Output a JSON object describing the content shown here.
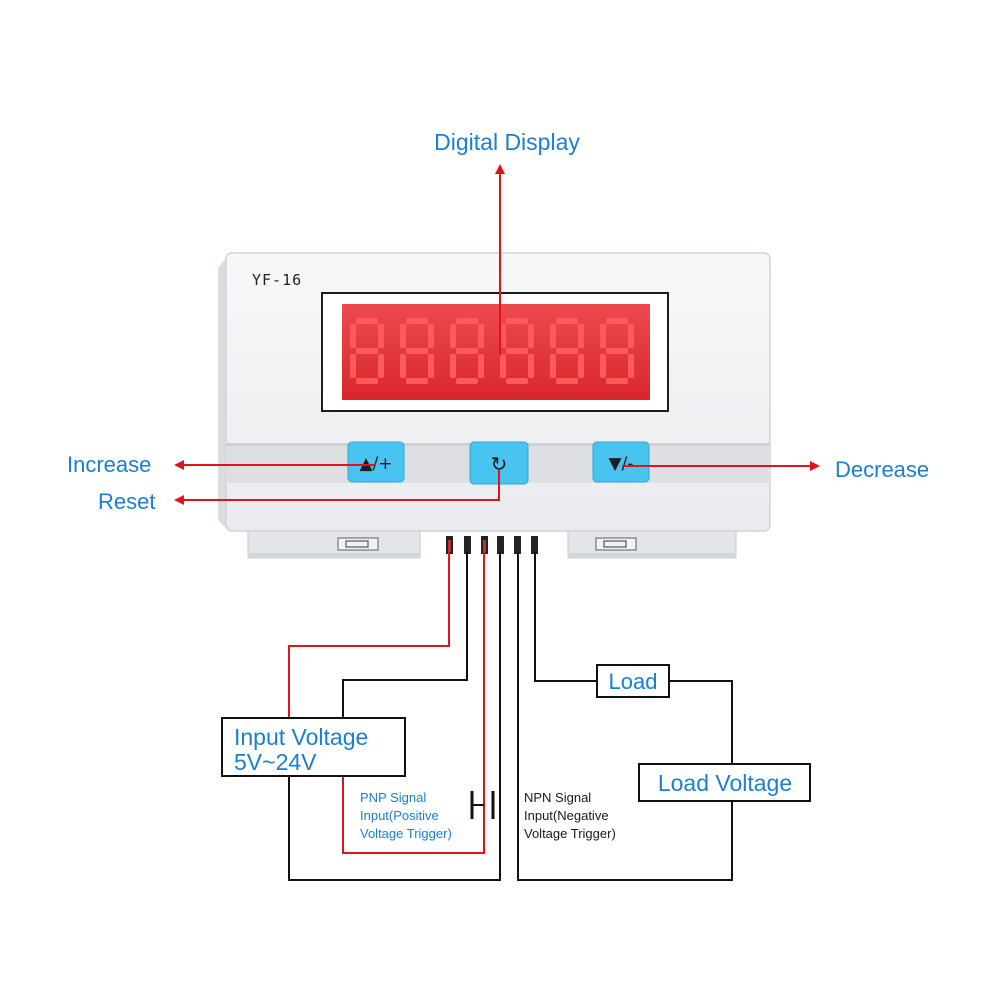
{
  "device": {
    "model": "YF-16",
    "display_digits": "888888"
  },
  "callouts": {
    "digital_display": "Digital Display",
    "increase": "Increase",
    "reset": "Reset",
    "decrease": "Decrease"
  },
  "buttons": {
    "increase_glyph": "▲/+",
    "reset_glyph": "↻",
    "decrease_glyph": "▼/-"
  },
  "wiring": {
    "input_voltage_line1": "Input Voltage",
    "input_voltage_line2": "5V~24V",
    "pnp_line1": "PNP Signal",
    "pnp_line2": "Input(Positive",
    "pnp_line3": "Voltage Trigger)",
    "npn_line1": "NPN Signal",
    "npn_line2": "Input(Negative",
    "npn_line3": "Voltage Trigger)",
    "load": "Load",
    "load_voltage": "Load Voltage"
  },
  "colors": {
    "label_blue": "#1a7fd4",
    "arrow_red": "#e2141b",
    "wire_red": "#e2141b",
    "wire_black": "#111111",
    "button_cyan": "#49c3ef",
    "display_red": "#e8343a"
  }
}
